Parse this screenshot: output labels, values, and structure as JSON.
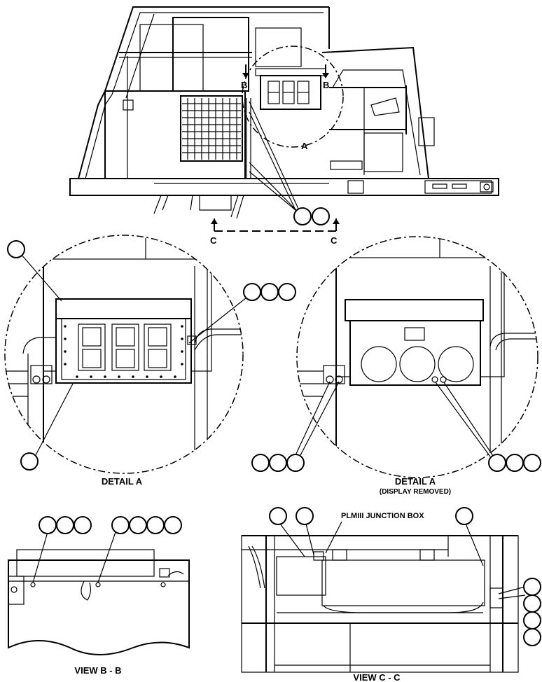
{
  "labels": {
    "section_b_left": "B",
    "section_b_right": "B",
    "detail_a_marker": "A",
    "section_c_left": "C",
    "section_c_right": "C",
    "detail_a_title": "DETAIL A",
    "detail_a_removed_title": "DETAIL A",
    "detail_a_removed_subtitle": "(DISPLAY REMOVED)",
    "view_bb_title": "VIEW B - B",
    "view_cc_title": "VIEW C - C",
    "junction_box_label": "PLMIII JUNCTION BOX"
  }
}
